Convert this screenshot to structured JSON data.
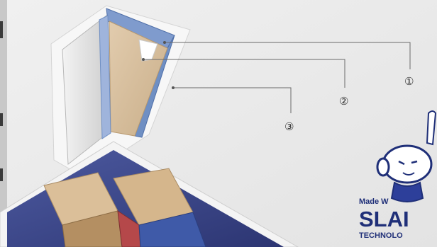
{
  "callouts": [
    {
      "label": "①"
    },
    {
      "label": "②"
    },
    {
      "label": "③"
    }
  ],
  "logo": {
    "line1": "Made  W",
    "line2": "SLAI",
    "line3": "TECHNOLO"
  },
  "colors": {
    "background": "#e9e9e9",
    "panel_face": "#d9c1a0",
    "panel_edge_blue": "#6f8fc3",
    "box_floor": "#3e4b8c",
    "leader_line": "#666666",
    "logo_blue": "#1f2f78"
  }
}
